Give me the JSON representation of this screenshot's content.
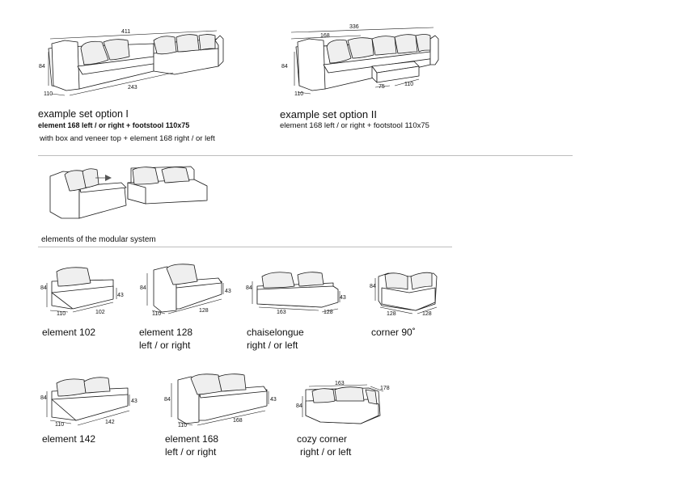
{
  "option1": {
    "title": "example set option I",
    "line1": "element 168 left / or right + footstool 110x75",
    "line2": "with box and veneer top + element 168 right / or left",
    "dims": {
      "top": "411",
      "height": "84",
      "depth": "110",
      "bottom": "243"
    }
  },
  "option2": {
    "title": "example set option II",
    "line1": "element 168 left / or right + footstool 110x75",
    "dims": {
      "top": "336",
      "sub": "168",
      "height": "84",
      "depth": "110",
      "stool_w": "75",
      "stool_d": "110"
    }
  },
  "modular": {
    "label": "elements of the modular system"
  },
  "elements": {
    "e102": {
      "l1": "element 102",
      "h": "84",
      "seat": "43",
      "d": "110",
      "w": "102"
    },
    "e128": {
      "l1": "element 128",
      "l2": "left / or right",
      "h": "84",
      "seat": "43",
      "d": "110",
      "w": "128"
    },
    "chaise": {
      "l1": "chaiselongue",
      "l2": "right / or left",
      "h": "84",
      "seat": "43",
      "w": "163",
      "d": "128"
    },
    "corner": {
      "l1": "corner 90˚",
      "h": "84",
      "a": "128",
      "b": "128"
    },
    "e142": {
      "l1": "element 142",
      "h": "84",
      "seat": "43",
      "d": "110",
      "w": "142"
    },
    "e168": {
      "l1": "element 168",
      "l2": "left / or right",
      "h": "84",
      "seat": "43",
      "d": "110",
      "w": "168"
    },
    "cozy": {
      "l1": "cozy corner",
      "l2": "right / or left",
      "h": "84",
      "w": "163",
      "d": "178"
    }
  }
}
